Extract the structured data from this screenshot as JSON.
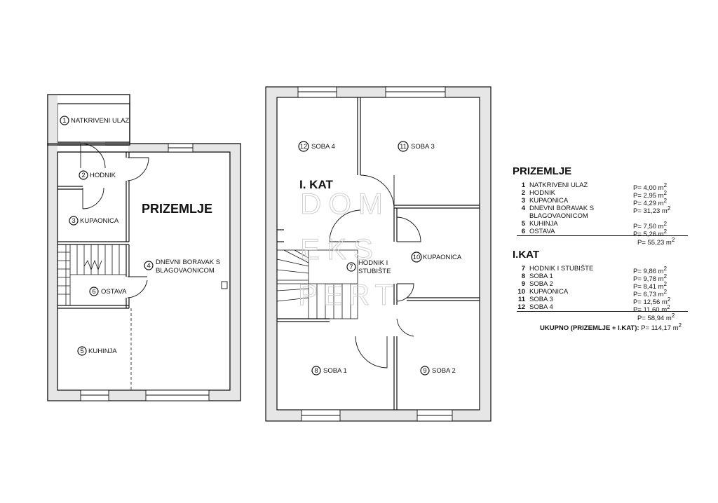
{
  "floor_labels": {
    "ground": "PRIZEMLJE",
    "first": "I. KAT"
  },
  "watermark": {
    "line1": "DOM",
    "line2": "EKS",
    "line3": "PERT"
  },
  "plan_rooms": [
    {
      "num": "1",
      "name": "NATKRIVENI ULAZ"
    },
    {
      "num": "2",
      "name": "HODNIK"
    },
    {
      "num": "3",
      "name": "KUPAONICA"
    },
    {
      "num": "4",
      "name": "DNEVNI BORAVAK S",
      "name2": "BLAGOVAONICOM"
    },
    {
      "num": "5",
      "name": "KUHINJA"
    },
    {
      "num": "6",
      "name": "OSTAVA"
    },
    {
      "num": "7",
      "name": "HODNIK I",
      "name2": "STUBIŠTE"
    },
    {
      "num": "8",
      "name": "SOBA 1"
    },
    {
      "num": "9",
      "name": "SOBA 2"
    },
    {
      "num": "10",
      "name": "KUPAONICA"
    },
    {
      "num": "11",
      "name": "SOBA 3"
    },
    {
      "num": "12",
      "name": "SOBA 4"
    }
  ],
  "legend": {
    "ground_title": "PRIZEMLJE",
    "ground_rows": [
      {
        "num": "1",
        "name": "NATKRIVENI ULAZ",
        "area": "P= 4,00 m",
        "sup": "2"
      },
      {
        "num": "2",
        "name": "HODNIK",
        "area": "P= 2,95 m",
        "sup": "2"
      },
      {
        "num": "3",
        "name": "KUPAONICA",
        "area": "P= 4,29 m",
        "sup": "2"
      },
      {
        "num": "4",
        "name": "DNEVNI BORAVAK S",
        "name2": "BLAGOVAONICOM",
        "area": "P= 31,23 m",
        "sup": "2"
      },
      {
        "num": "5",
        "name": "KUHINJA",
        "area": "P= 7,50 m",
        "sup": "2"
      },
      {
        "num": "6",
        "name": "OSTAVA",
        "area": "P= 5,26 m",
        "sup": "2"
      }
    ],
    "ground_total": "P= 55,23 m",
    "ground_total_sup": "2",
    "first_title": "I.KAT",
    "first_rows": [
      {
        "num": "7",
        "name": "HODNIK I STUBIŠTE",
        "area": "P= 9,86 m",
        "sup": "2"
      },
      {
        "num": "8",
        "name": "SOBA 1",
        "area": "P= 9,78 m",
        "sup": "2"
      },
      {
        "num": "9",
        "name": "SOBA 2",
        "area": "P= 8,41 m",
        "sup": "2"
      },
      {
        "num": "10",
        "name": "KUPAONICA",
        "area": "P= 6,73 m",
        "sup": "2"
      },
      {
        "num": "11",
        "name": "SOBA 3",
        "area": "P= 12,56 m",
        "sup": "2"
      },
      {
        "num": "12",
        "name": "SOBA 4",
        "area": "P= 11,60 m",
        "sup": "2"
      }
    ],
    "first_total": "P= 58,94 m",
    "first_total_sup": "2",
    "grand_label": "UKUPNO (PRIZEMLJE + I.KAT):",
    "grand_value": "P= 114,17 m",
    "grand_sup": "2"
  }
}
